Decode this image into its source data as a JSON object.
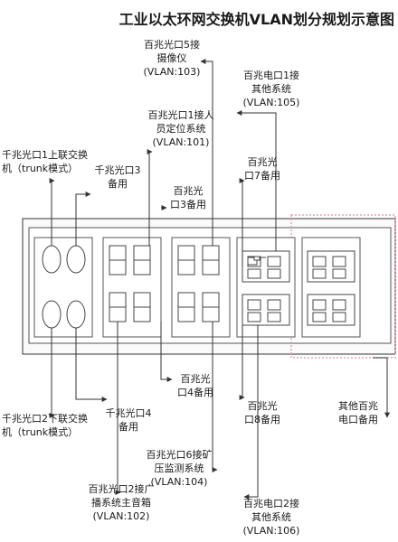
{
  "title": "工业以太环网交换机VLAN划分规划示意图",
  "labels": {
    "p5_fe_top": {
      "l1": "百兆光口5接",
      "l2": "摄像仪",
      "l3": "(VLAN:103)"
    },
    "pe1_top": {
      "l1": "百兆电口1接",
      "l2": "其他系统",
      "l3": "(VLAN:105)"
    },
    "p1_fe_top": {
      "l1": "百兆光口1接人",
      "l2": "员定位系统",
      "l3": "(VLAN:101)"
    },
    "g1_top": {
      "l1": "千兆光口1上联交换",
      "l2": "机（trunk模式）"
    },
    "g3_top": {
      "l1": "千兆光口3",
      "l2": "备用"
    },
    "p7_top": {
      "l1": "百兆光",
      "l2": "口7备用"
    },
    "p3_top": {
      "l1": "百兆光",
      "l2": "口3备用"
    },
    "p4_bot": {
      "l1": "百兆光",
      "l2": "口4备用"
    },
    "g4_bot": {
      "l1": "千兆光口4",
      "l2": "备用"
    },
    "p8_bot": {
      "l1": "百兆光",
      "l2": "口8备用"
    },
    "pe_spare": {
      "l1": "其他百兆",
      "l2": "电口备用"
    },
    "g2_bot": {
      "l1": "千兆光口2下联交换",
      "l2": "机（trunk模式）"
    },
    "p6_bot": {
      "l1": "百兆光口6接矿",
      "l2": "压监测系统",
      "l3": "(VLAN:104)"
    },
    "p2_bot": {
      "l1": "百兆光口2接广",
      "l2": "播系统主音箱",
      "l3": "(VLAN:102)"
    },
    "pe2_bot": {
      "l1": "百兆电口2接",
      "l2": "其他系统",
      "l3": "(VLAN:106)"
    }
  },
  "colors": {
    "line": "#333333",
    "panel_border": "#555555",
    "highlight": "#e8a0b8"
  }
}
